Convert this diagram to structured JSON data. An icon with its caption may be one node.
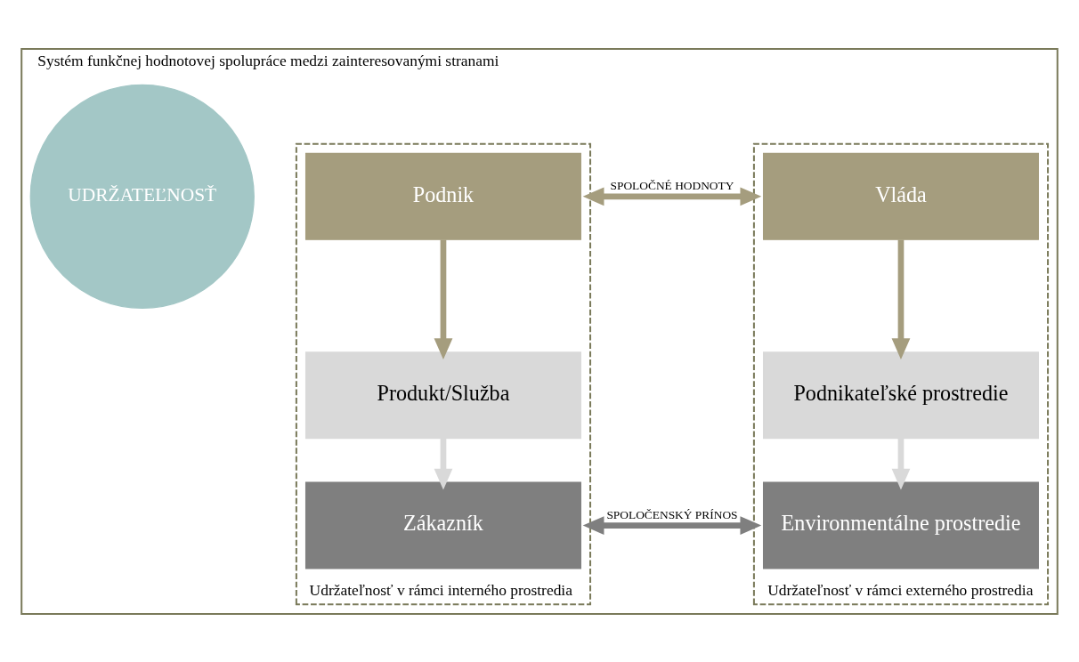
{
  "diagram": {
    "nodes": [
      {
        "text": [
          "Systém funkčnej hodnotovej spolupráce medzi zainteresovanými stranami"
        ]
      },
      {
        "text": [
          "Udržateľnosť v rámci interného prostredia"
        ],
        "in": 0
      },
      {
        "text": [
          "Podnik"
        ],
        "in": 1
      },
      {
        "text": [
          "Produkt/Služba"
        ],
        "in": 1
      },
      {
        "text": [
          "Zákazník"
        ],
        "in": 1
      },
      {
        "text": [
          "Udržateľnosť v rámci externého prostredia"
        ],
        "in": 0
      },
      {
        "text": [
          "Vláda"
        ],
        "in": 5
      },
      {
        "text": [
          "Podnikateľské prostredie"
        ],
        "in": 5
      },
      {
        "text": [
          "Environmentálne prostredie"
        ],
        "in": 5
      },
      {
        "text": [
          "UDRŽATEĽNOSŤ"
        ],
        "in": 0
      }
    ],
    "edges": [
      {
        "from": 2,
        "to": 3,
        "arrow": "to",
        "color": "#a59d7e"
      },
      {
        "from": 3,
        "to": 4,
        "arrow": "to",
        "color": "#d9d9d9"
      },
      {
        "from": 6,
        "to": 7,
        "arrow": "to",
        "color": "#a59d7e"
      },
      {
        "from": 7,
        "to": 8,
        "arrow": "to",
        "color": "#d9d9d9"
      },
      {
        "from": 1,
        "to": 5,
        "arrow": "both",
        "label": "SPOLOČNÉ HODNOTY",
        "color": "#a59d7e"
      },
      {
        "from": 1,
        "to": 5,
        "arrow": "both",
        "label": "SPOLOČENSKÝ PRÍNOS",
        "color": "#7f7f7f"
      }
    ]
  }
}
